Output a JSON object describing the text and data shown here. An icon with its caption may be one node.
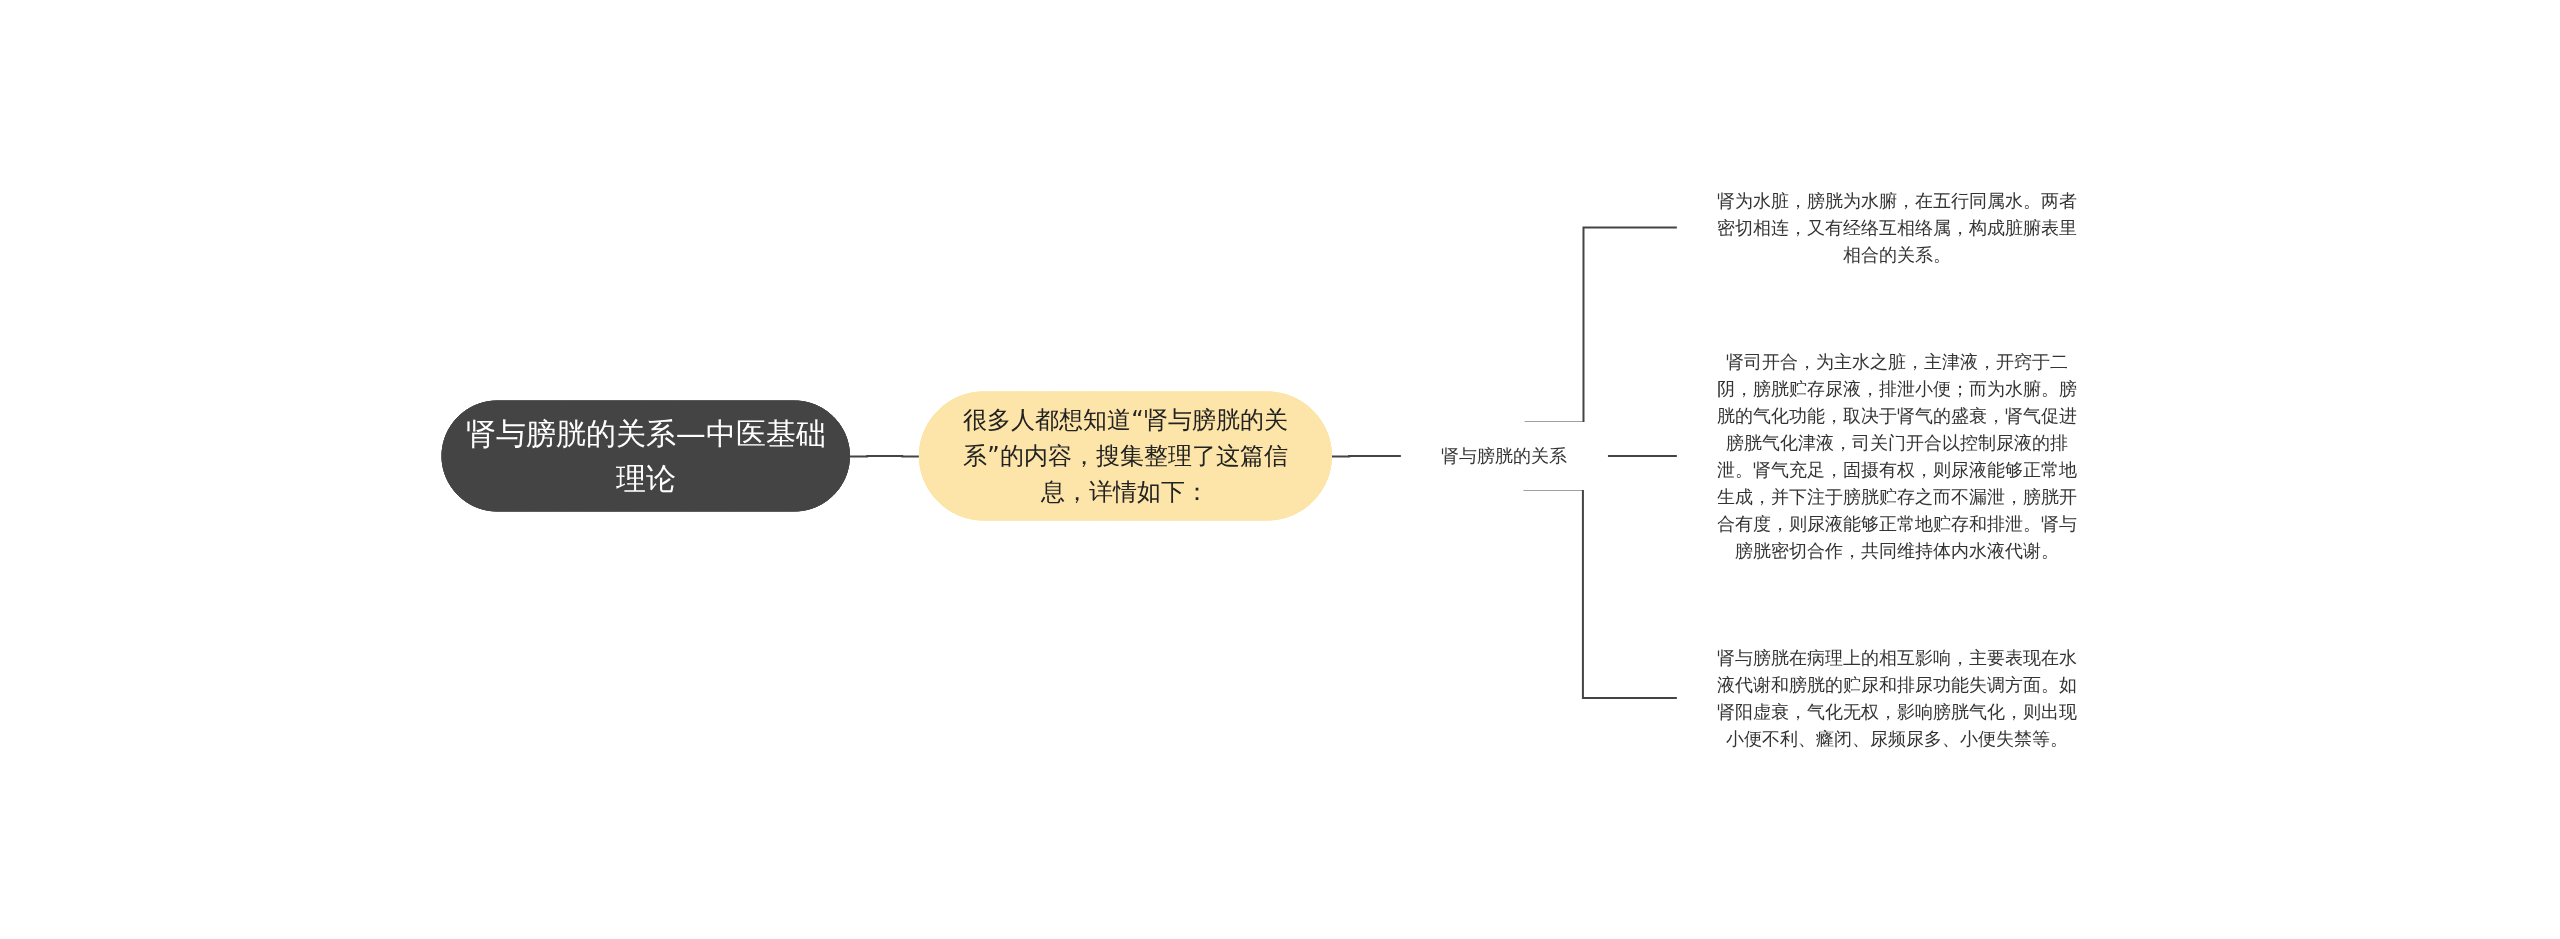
{
  "diagram": {
    "nodes": [
      {
        "text": [
          "肾与膀胱的关系—中医基础理论"
        ]
      },
      {
        "text": [
          "很多人都想知道“肾与膀胱的关系”的内容，搜集整理了这篇信息，详情如下："
        ]
      },
      {
        "text": [
          "肾与膀胱的关系"
        ]
      },
      {
        "text": [
          "肾为水脏，膀胱为水腑，在五行同属水。两者密切相连，又有经络互相络属，构成脏腑表里相合的关系。"
        ]
      },
      {
        "text": [
          "肾司开合，为主水之脏，主津液，开窍于二阴，膀胱贮存尿液，排泄小便；而为水腑。膀胱的气化功能，取决于肾气的盛衰，肾气促进膀胱气化津液，司关门开合以控制尿液的排泄。肾气充足，固摄有权，则尿液能够正常地生成，并下注于膀胱贮存之而不漏泄，膀胱开合有度，则尿液能够正常地贮存和排泄。肾与膀胱密切合作，共同维持体内水液代谢。"
        ]
      },
      {
        "text": [
          "肾与膀胱在病理上的相互影响，主要表现在水液代谢和膀胱的贮尿和排尿功能失调方面。如肾阳虚衰，气化无权，影响膀胱气化，则出现小便不利、癃闭、尿频尿多、小便失禁等。"
        ]
      }
    ],
    "edges": [
      {
        "from": 0,
        "to": 1,
        "arrow": "none"
      },
      {
        "from": 1,
        "to": 2,
        "arrow": "none"
      },
      {
        "from": 2,
        "to": 3,
        "arrow": "none"
      },
      {
        "from": 2,
        "to": 4,
        "arrow": "none"
      },
      {
        "from": 2,
        "to": 5,
        "arrow": "none"
      }
    ]
  }
}
